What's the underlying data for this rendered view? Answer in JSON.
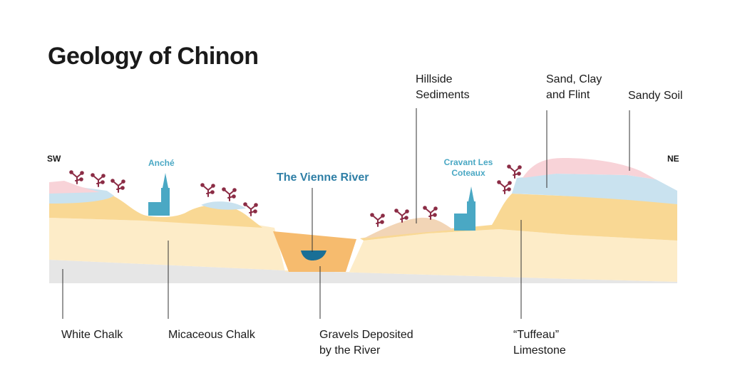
{
  "title": "Geology of Chinon",
  "directions": {
    "left": "SW",
    "right": "NE"
  },
  "towns": [
    {
      "id": "anche",
      "name": "Anché"
    },
    {
      "id": "cravant",
      "name": "Cravant Les Coteaux"
    }
  ],
  "river": {
    "name": "The Vienne River"
  },
  "labels": {
    "hillside_sediments": "Hillside Sediments",
    "sand_clay_flint": "Sand, Clay and Flint",
    "sandy_soil": "Sandy Soil",
    "white_chalk": "White Chalk",
    "micaceous_chalk": "Micaceous Chalk",
    "gravels": "Gravels Deposited by the River",
    "tuffeau": "“Tuffeau” Limestone"
  },
  "colors": {
    "white_chalk": "#e6e6e6",
    "micaceous_chalk": "#fdecc8",
    "tuffeau": "#f9d894",
    "sand_clay_flint": "#c9e2ef",
    "sandy_soil": "#f8d3d8",
    "hillside_sediments": "#f2d5b6",
    "gravels": "#f6bb6e",
    "river_water": "#1a6f96",
    "town": "#4aa8c4",
    "vine": "#8b2c45"
  },
  "icons": {
    "vine": "grapevine-icon",
    "church": "church-icon"
  }
}
